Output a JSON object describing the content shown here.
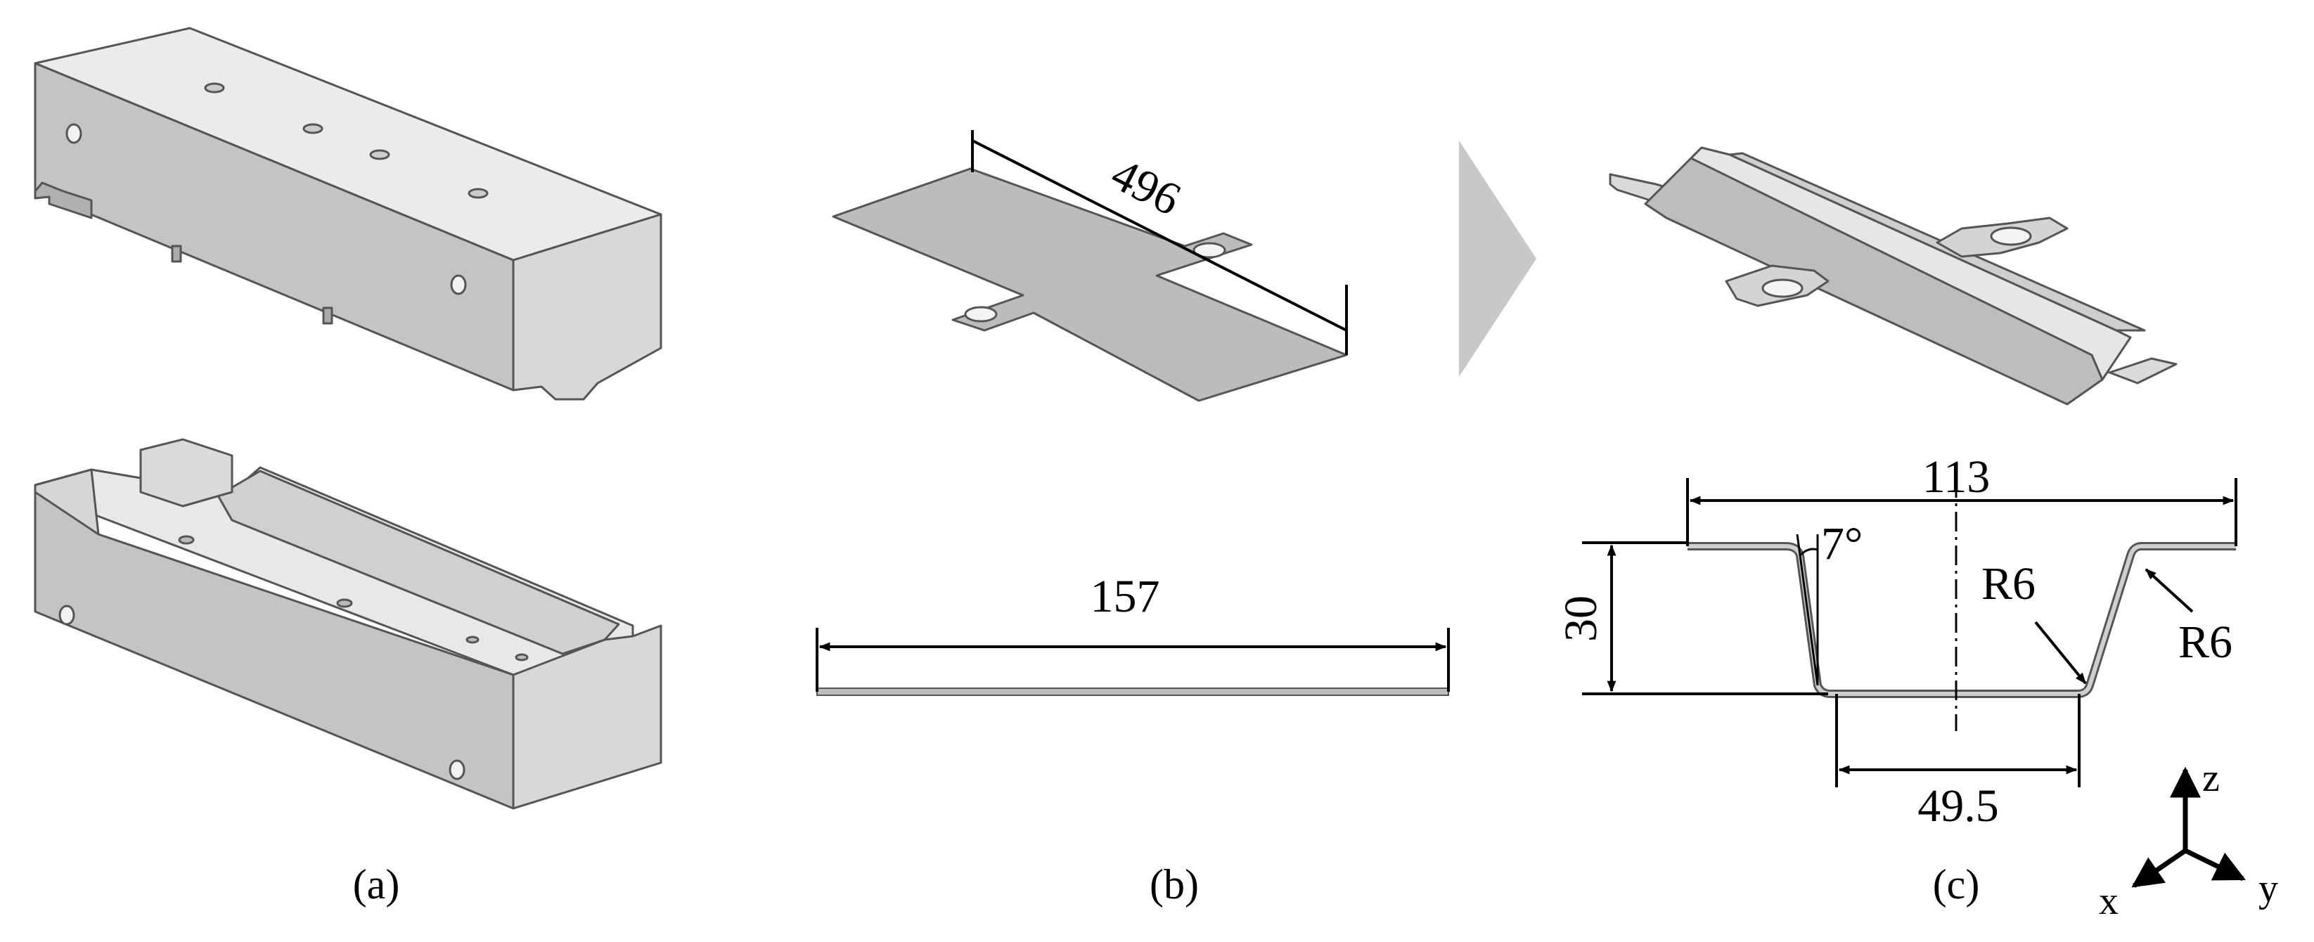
{
  "panels": {
    "a": {
      "caption": "(a)"
    },
    "b": {
      "caption": "(b)",
      "blank_length": "496",
      "blank_width": "157"
    },
    "c": {
      "caption": "(c)",
      "width_top": "113",
      "depth": "30",
      "wall_angle": "7°",
      "radius_bottom": "R6",
      "radius_top": "R6",
      "width_bottom": "49.5"
    }
  },
  "axes": {
    "z": "z",
    "x": "x",
    "y": "y"
  },
  "colors": {
    "face_top": "#e9e9e9",
    "face_front": "#c2c2c2",
    "face_side": "#d6d6d6",
    "edge": "#555555",
    "arrow": "#c8c8c8",
    "sheet": "#bcbcbc"
  }
}
